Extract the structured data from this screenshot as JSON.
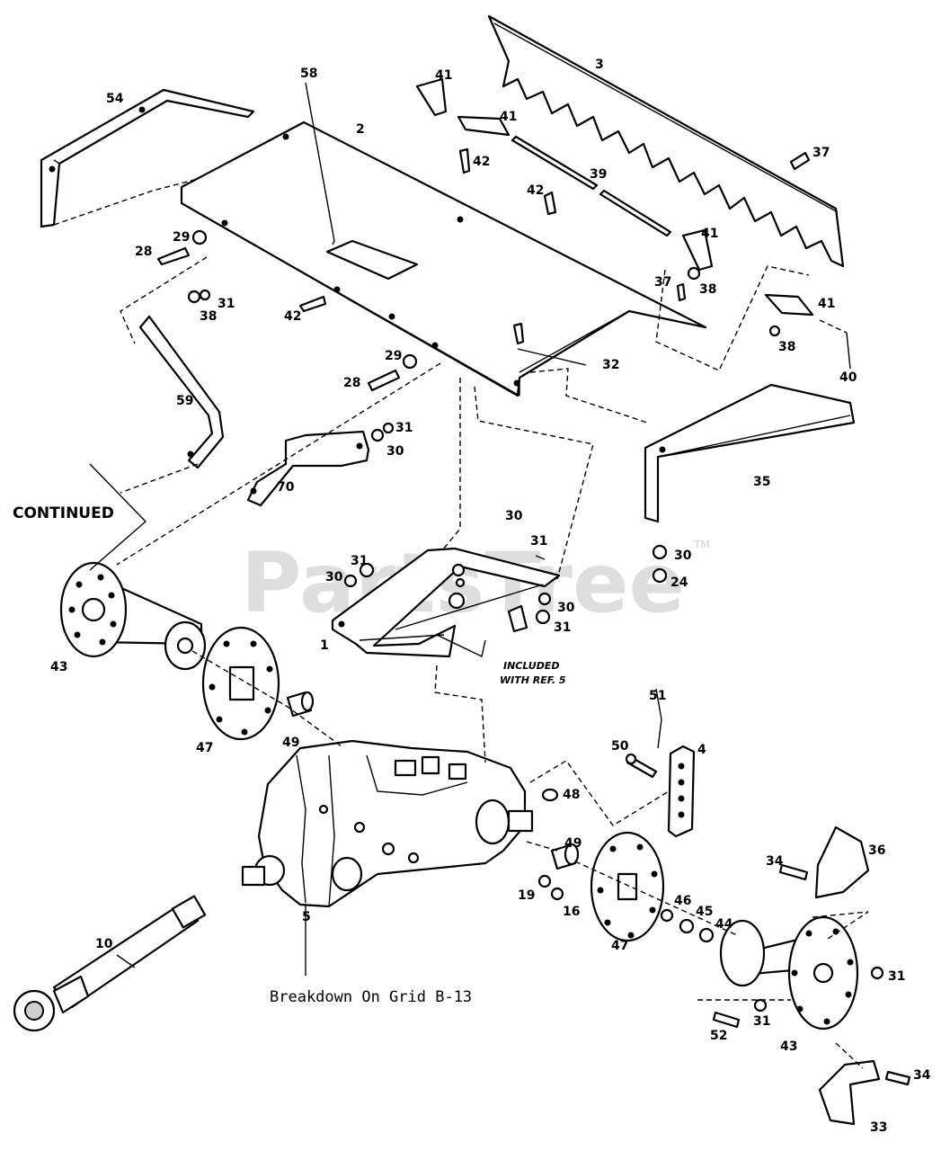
{
  "watermark": {
    "text": "PartsTree",
    "trademark": "TM"
  },
  "labels": {
    "l1": "1",
    "l2": "2",
    "l3": "3",
    "l4": "4",
    "l5": "5",
    "l10": "10",
    "l16": "16",
    "l19": "19",
    "l24": "24",
    "l28a": "28",
    "l28b": "28",
    "l29a": "29",
    "l29b": "29",
    "l30a": "30",
    "l30b": "30",
    "l30c": "30",
    "l30d": "30",
    "l30e": "30",
    "l31a": "31",
    "l31b": "31",
    "l31c": "31",
    "l31d": "31",
    "l31e": "31",
    "l31f": "31",
    "l31g": "31",
    "l32": "32",
    "l33": "33",
    "l34a": "34",
    "l34b": "34",
    "l35": "35",
    "l36": "36",
    "l37a": "37",
    "l37b": "37",
    "l38a": "38",
    "l38b": "38",
    "l38c": "38",
    "l39": "39",
    "l40": "40",
    "l41a": "41",
    "l41b": "41",
    "l41c": "41",
    "l41d": "41",
    "l42a": "42",
    "l42b": "42",
    "l42c": "42",
    "l43a": "43",
    "l43b": "43",
    "l44": "44",
    "l45": "45",
    "l46": "46",
    "l47a": "47",
    "l47b": "47",
    "l48": "48",
    "l49a": "49",
    "l49b": "49",
    "l50": "50",
    "l51": "51",
    "l52": "52",
    "l54": "54",
    "l58": "58",
    "l59": "59",
    "l70": "70"
  },
  "notes": {
    "continued": "CONTINUED",
    "included_line1": "INCLUDED",
    "included_line2": "WITH REF. 5",
    "breakdown": "Breakdown On Grid B-13"
  }
}
